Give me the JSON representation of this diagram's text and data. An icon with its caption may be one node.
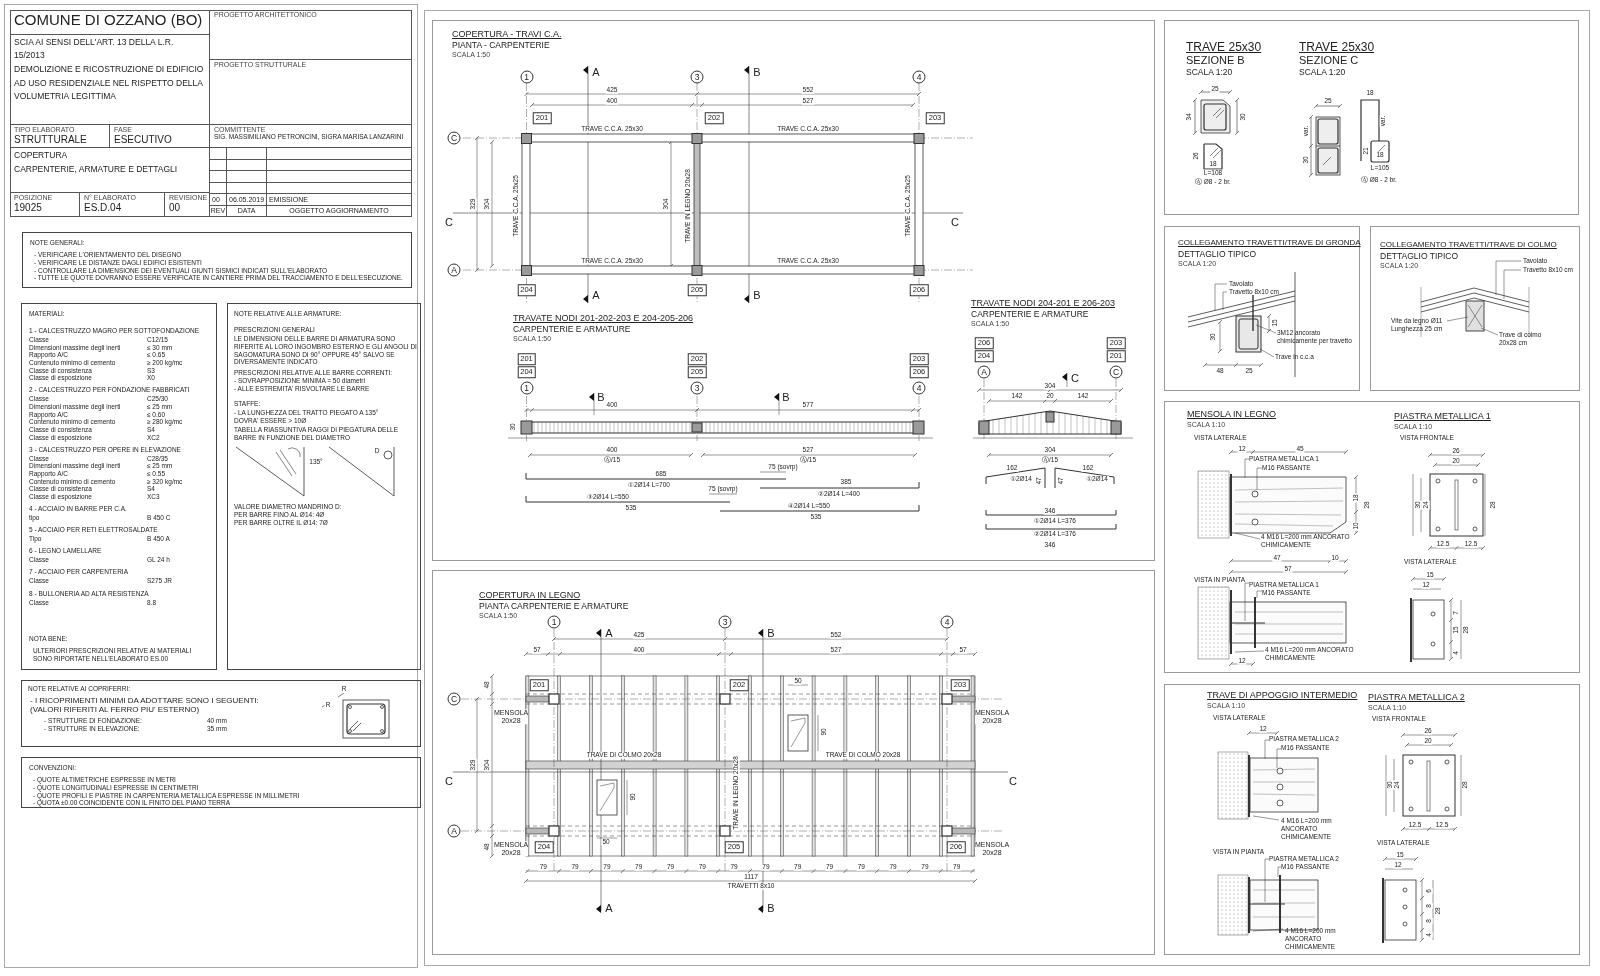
{
  "diagram": {
    "nodes": [
      {
        "text": [
          "COMUNE DI OZZANO (BO)"
        ]
      },
      {
        "text": [
          "SCIA AI SENSI DELL'ART. 13 DELLA L.R. 15/2013",
          "DEMOLIZIONE E RICOSTRUZIONE DI EDIFICIO AD USO RESIDENZIALE NEL RISPETTO DELLA VOLUMETRIA LEGITTIMA"
        ]
      },
      {
        "text": [
          "PROGETTO ARCHITETTONICO"
        ]
      },
      {
        "text": [
          "PROGETTO STRUTTURALE"
        ]
      },
      {
        "text": [
          "TIPO ELABORATO",
          "STRUTTURALE"
        ]
      },
      {
        "text": [
          "FASE",
          "ESECUTIVO"
        ]
      },
      {
        "text": [
          "COMMITTENTE",
          "SIG. MASSIMILIANO PETRONCINI, SIGRA MARISA LANZARINI"
        ]
      },
      {
        "text": [
          "COPERTURA",
          "CARPENTERIE, ARMATURE E DETTAGLI"
        ]
      },
      {
        "text": [
          "POSIZIONE",
          "19025"
        ]
      },
      {
        "text": [
          "N° ELABORATO",
          "ES.D.04"
        ]
      },
      {
        "text": [
          "REVISIONE",
          "00"
        ]
      },
      {
        "text": [
          "NOTE GENERALI:",
          "- VERIFICARE L'ORIENTAMENTO DEL DISEGNO",
          "- VERIFICARE LE DISTANZE DAGLI EDIFICI ESISTENTI",
          "- CONTROLLARE LA DIMENSIONE DEI EVENTUALI GIUNTI SISMICI INDICATI SULL'ELABORATO",
          "- TUTTE LE QUOTE DOVRANNO ESSERE VERIFICATE IN CANTIERE PRIMA DEL TRACCIAMENTO E DELL'ESECUZIONE."
        ]
      },
      {
        "text": [
          "MATERIALI:",
          "NOTA BENE:",
          "ULTERIORI PRESCRIZIONI RELATIVE AI MATERIALI SONO RIPORTATE NELL'ELABORATO ES.00"
        ]
      },
      {
        "text": [
          "1 - CALCESTRUZZO MAGRO PER SOTTOFONDAZIONE",
          "Classe",
          "C12/15",
          "Dimensioni massime degli inerti",
          "≤ 30 mm",
          "Rapporto A/C",
          "≤ 0.65",
          "Contenuto minimo di cemento",
          "≥ 200 kg/mc",
          "Classe di consistenza",
          "S3",
          "Classe di esposizione",
          "X0"
        ],
        "in": 12
      },
      {
        "text": [
          "2 - CALCESTRUZZO PER FONDAZIONE FABBRICATI",
          "Classe",
          "C25/30",
          "Dimensioni massime degli inerti",
          "≤ 25 mm",
          "Rapporto A/C",
          "≤ 0.60",
          "Contenuto minimo di cemento",
          "≥ 280 kg/mc",
          "Classe di consistenza",
          "S4",
          "Classe di esposizione",
          "XC2"
        ],
        "in": 12
      },
      {
        "text": [
          "3 - CALCESTRUZZO PER OPERE IN ELEVAZIONE",
          "Classe",
          "C28/35",
          "Dimensioni massime degli inerti",
          "≤ 25 mm",
          "Rapporto A/C",
          "≤ 0.55",
          "Contenuto minimo di cemento",
          "≥ 320 kg/mc",
          "Classe di consistenza",
          "S4",
          "Classe di esposizione",
          "XC3"
        ],
        "in": 12
      },
      {
        "text": [
          "4 - ACCIAIO IN BARRE PER C.A.",
          "tipo",
          "B 450 C"
        ],
        "in": 12
      },
      {
        "text": [
          "5 - ACCIAIO PER RETI ELETTROSALDATE",
          "Tipo",
          "B 450 A"
        ],
        "in": 12
      },
      {
        "text": [
          "6 - LEGNO LAMELLARE",
          "Classe",
          "GL 24 h"
        ],
        "in": 12
      },
      {
        "text": [
          "7 - ACCIAIO PER CARPENTERIA",
          "Classe",
          "S275 JR"
        ],
        "in": 12
      },
      {
        "text": [
          "8 - BULLONERIA AD ALTA RESISTENZA",
          "Classe",
          "8.8"
        ],
        "in": 12
      },
      {
        "text": [
          "NOTE RELATIVE ALLE ARMATURE:",
          "PRESCRIZIONI GENERALI",
          "LE DIMENSIONI DELLE BARRE DI ARMATURA SONO RIFERITE AL LORO INGOMBRO ESTERNO E GLI ANGOLI DI SAGOMATURA SONO DI 90° OPPURE 45° SALVO SE DIVERSAMENTE INDICATO",
          "PRESCRIZIONI RELATIVE ALLE BARRE CORRENTI:",
          "- SOVRAPPOSIZIONE MINIMA = 50 diametri",
          "- ALLE ESTREMITA' RISVOLTARE LE BARRE",
          "STAFFE:",
          "- LA LUNGHEZZA DEL TRATTO PIEGATO A 135° DOVRA' ESSERE > 10Ø",
          "TABELLA RIASSUNTIVA RAGGI DI PIEGATURA DELLE BARRE IN FUNZIONE DEL DIAMETRO",
          "135°",
          "D",
          "VALORE DIAMETRO MANDRINO D:",
          "PER BARRE FINO AL Ø14: 4Ø",
          "PER BARRE OLTRE IL Ø14: 7Ø"
        ]
      },
      {
        "text": [
          "NOTE RELATIVE AI COPRIFERRI:",
          "- I RICOPRIMENTI MINIMI DA ADOTTARE SONO I SEGUENTI: (VALORI RIFERITI AL FERRO PIU' ESTERNO)",
          "- STRUTTURE DI FONDAZIONE:",
          "40 mm",
          "- STRUTTURE IN ELEVAZIONE:",
          "35 mm",
          "R",
          "R"
        ]
      },
      {
        "text": [
          "CONVENZIONI:",
          "- QUOTE ALTIMETRICHE ESPRESSE IN METRI",
          "- QUOTE LONGITUDINALI ESPRESSE IN CENTIMETRI",
          "- QUOTE PROFILI E PIASTRE IN CARPENTERIA METALLICA ESPRESSE IN MILLIMETRI",
          "- QUOTA ±0.00 COINCIDENTE CON IL FINITO DEL PIANO TERRA"
        ]
      },
      {
        "text": [],
        "shape": "box"
      },
      {
        "text": [
          "COPERTURA - TRAVI C.A.",
          "PIANTA - CARPENTERIE",
          "SCALA 1:50",
          "1",
          "A",
          "3",
          "B",
          "4",
          "425",
          "552",
          "400",
          "527",
          "201",
          "202",
          "203",
          "TRAVE C.C.A. 25x30",
          "TRAVE C.C.A. 25x30",
          "C",
          "329",
          "304",
          "TRAVE C.C.A. 25x25",
          "304",
          "TRAVE IN LEGNO 20x28",
          "TRAVE C.C.A. 25x25",
          "C",
          "C",
          "TRAVE C.C.A. 25x30",
          "TRAVE C.C.A. 25x30",
          "A",
          "204",
          "A",
          "205",
          "B",
          "206"
        ],
        "in": 24
      },
      {
        "text": [
          "TRAVATE NODI 201-202-203 E 204-205-206",
          "CARPENTERIE E ARMATURE",
          "SCALA 1:50",
          "201",
          "204",
          "202",
          "205",
          "203",
          "206",
          "1",
          "B",
          "3",
          "B",
          "4",
          "400",
          "577",
          "30",
          "400",
          "527",
          "Ⓐ/15",
          "Ⓐ/15",
          "75 (sovrp)",
          "685",
          "385",
          "①2Ø14 L=700",
          "75 (sovrp)",
          "②2Ø14 L=400",
          "③2Ø14 L=550",
          "④2Ø14 L=550",
          "535",
          "535"
        ],
        "in": 24
      },
      {
        "text": [
          "TRAVATE NODI 204-201 E 206-203",
          "CARPENTERIE E ARMATURE",
          "SCALA 1:50",
          "206",
          "204",
          "203",
          "201",
          "A",
          "C",
          "C",
          "304",
          "142",
          "20",
          "142",
          "304",
          "Ⓐ/15",
          "162",
          "162",
          "①2Ø14",
          "47",
          "47",
          "①2Ø14",
          "346",
          "①2Ø14 L=376",
          "②2Ø14 L=376",
          "346"
        ],
        "in": 24
      },
      {
        "text": [
          "COPERTURA IN LEGNO",
          "PIANTA CARPENTERIE E ARMATURE",
          "SCALA 1:50",
          "1",
          "A",
          "3",
          "B",
          "4",
          "425",
          "552",
          "57",
          "400",
          "527",
          "57",
          "48",
          "201",
          "50",
          "202",
          "203",
          "C",
          "MENSOLA 20x28",
          "MENSOLA 20x28",
          "90",
          "TRAVE DI COLMO 20x28",
          "TRAVE DI COLMO 20x28",
          "329",
          "304",
          "TRAVE IN LEGNO 20x28",
          "C",
          "C",
          "90",
          "A",
          "48",
          "MENSOLA 20x28",
          "204",
          "50",
          "205",
          "206",
          "MENSOLA 20x28",
          "79",
          "79",
          "79",
          "79",
          "79",
          "79",
          "79",
          "79",
          "79",
          "79",
          "79",
          "79",
          "79",
          "79",
          "1117",
          "TRAVETTI 8x10",
          "A",
          "B"
        ]
      },
      {
        "text": [],
        "shape": "box"
      },
      {
        "text": [
          "TRAVE 25x30",
          "SEZIONE B",
          "SCALA 1:20",
          "25",
          "34",
          "30",
          "26",
          "18",
          "L=108",
          "Ⓐ Ø8 - 2 br."
        ],
        "in": 29
      },
      {
        "text": [
          "TRAVE 25x30",
          "SEZIONE C",
          "SCALA 1:20",
          "25",
          "var.",
          "30",
          "18",
          "var.",
          "21",
          "18",
          "L=105",
          "Ⓐ Ø8 - 2 br."
        ],
        "in": 29
      },
      {
        "text": [
          "COLLEGAMENTO TRAVETTI/TRAVE DI GRONDA",
          "DETTAGLIO TIPICO",
          "SCALA 1:20",
          "Tavolato",
          "Travetto 8x10 cm",
          "15",
          "30",
          "3M12 ancorato chimicamente per travetto",
          "Trave in c.c.a",
          "48",
          "25"
        ]
      },
      {
        "text": [
          "COLLEGAMENTO TRAVETTI/TRAVE DI COLMO",
          "DETTAGLIO TIPICO",
          "SCALA 1:20",
          "Tavolato",
          "Travetto 8x10 cm",
          "Vite da legno Ø11 Lunghezza 25 cm",
          "Trave di colmo 20x28 cm"
        ]
      },
      {
        "text": [],
        "shape": "box"
      },
      {
        "text": [
          "MENSOLA IN LEGNO",
          "SCALA 1:10",
          "VISTA LATERALE",
          "12",
          "45",
          "PIASTRA METALLICA 1",
          "M16 PASSANTE",
          "18",
          "28",
          "10",
          "4 M16 L=200 mm ANCORATO CHIMICAMENTE",
          "47",
          "10",
          "57",
          "VISTA IN PIANTA",
          "PIASTRA METALLICA 1",
          "M16 PASSANTE",
          "12",
          "4 M16 L=200 mm ANCORATO CHIMICAMENTE"
        ],
        "in": 34
      },
      {
        "text": [
          "PIASTRA METALLICA 1",
          "SCALA 1:10",
          "VISTA FRONTALE",
          "26",
          "20",
          "30",
          "24",
          "28",
          "12.5",
          "12.5",
          "VISTA LATERALE",
          "15",
          "12",
          "7",
          "15",
          "4",
          "28"
        ],
        "in": 34
      },
      {
        "text": [],
        "shape": "box"
      },
      {
        "text": [
          "TRAVE DI APPOGGIO INTERMEDIO",
          "SCALA 1:10",
          "VISTA LATERALE",
          "12",
          "PIASTRA METALLICA 2",
          "M16 PASSANTE",
          "4 M16 L=200 mm ANCORATO CHIMICAMENTE",
          "VISTA IN PIANTA",
          "PIASTRA METALLICA 2",
          "M16 PASSANTE",
          "4 M16 L=200 mm ANCORATO CHIMICAMENTE"
        ],
        "in": 37
      },
      {
        "text": [
          "PIASTRA METALLICA 2",
          "SCALA 1:10",
          "VISTA FRONTALE",
          "26",
          "20",
          "30",
          "24",
          "28",
          "12.5",
          "12.5",
          "VISTA LATERALE",
          "15",
          "12",
          "6",
          "8",
          "8",
          "4",
          "28"
        ],
        "in": 37
      }
    ],
    "labels": [
      "00",
      "06.05.2019",
      "EMISSIONE",
      "REV",
      "DATA",
      "OGGETTO AGGIORNAMENTO"
    ]
  }
}
